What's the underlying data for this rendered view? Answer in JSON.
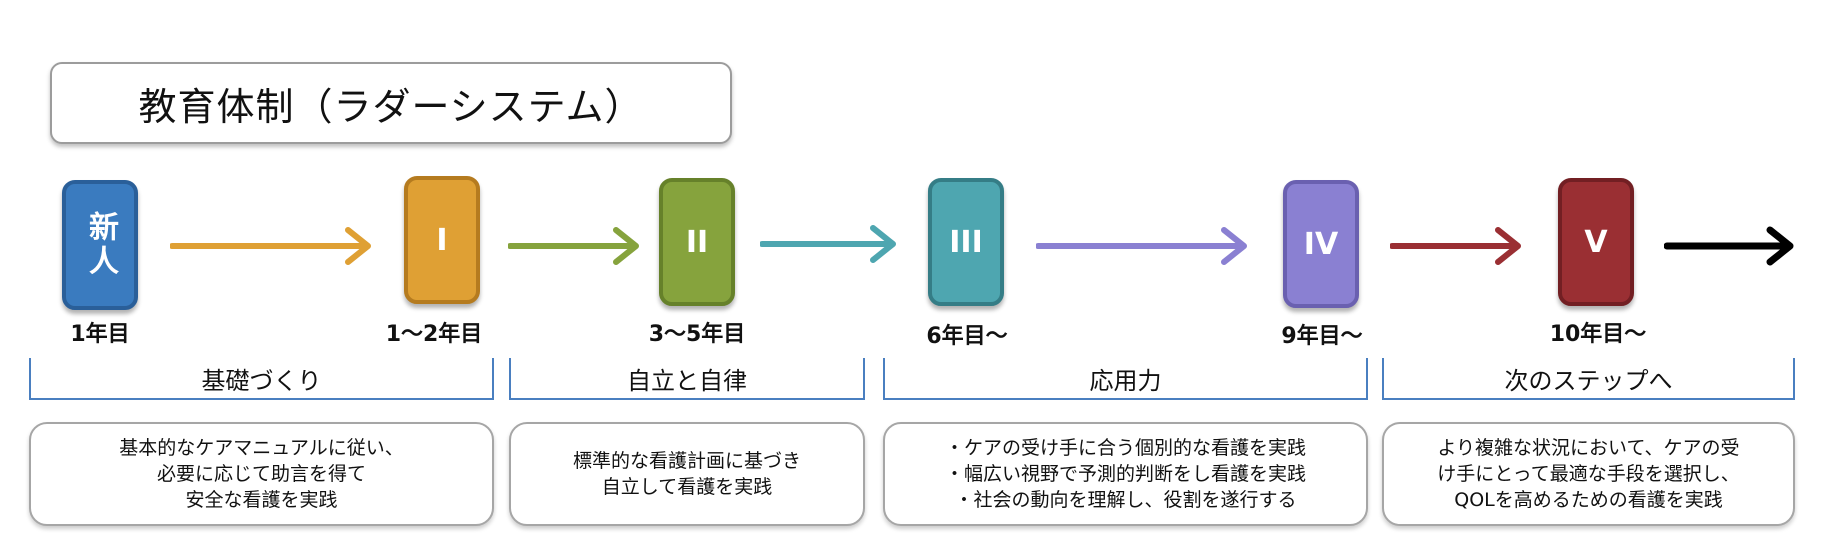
{
  "title": "教育体制（ラダーシステム）",
  "stages": [
    {
      "label": "新人",
      "year": "1年目",
      "color": "#3a7bbf",
      "border": "#2a5f99"
    },
    {
      "label": "I",
      "year": "1〜2年目",
      "color": "#dfa034",
      "border": "#b57b1f"
    },
    {
      "label": "II",
      "year": "3〜5年目",
      "color": "#86a33d",
      "border": "#66812a"
    },
    {
      "label": "III",
      "year": "6年目〜",
      "color": "#4ea6b0",
      "border": "#357d86"
    },
    {
      "label": "IV",
      "year": "9年目〜",
      "color": "#8a80d2",
      "border": "#6a60b0"
    },
    {
      "label": "V",
      "year": "10年目〜",
      "color": "#9a2f33",
      "border": "#721f23"
    }
  ],
  "arrow_colors": [
    "#dfa034",
    "#86a33d",
    "#4ea6b0",
    "#8a80d2",
    "#9a2f33",
    "#000000"
  ],
  "phases": [
    {
      "label": "基礎づくり",
      "desc": [
        "基本的なケアマニュアルに従い、",
        "必要に応じて助言を得て",
        "安全な看護を実践"
      ]
    },
    {
      "label": "自立と自律",
      "desc": [
        "標準的な看護計画に基づき",
        "自立して看護を実践"
      ]
    },
    {
      "label": "応用力",
      "desc": [
        "・ケアの受け手に合う個別的な看護を実践",
        "・幅広い視野で予測的判断をし看護を実践",
        "・社会の動向を理解し、役割を遂行する"
      ]
    },
    {
      "label": "次のステップへ",
      "desc": [
        "より複雑な状況において、ケアの受",
        "け手にとって最適な手段を選択し、",
        "QOLを高めるための看護を実践"
      ]
    }
  ]
}
